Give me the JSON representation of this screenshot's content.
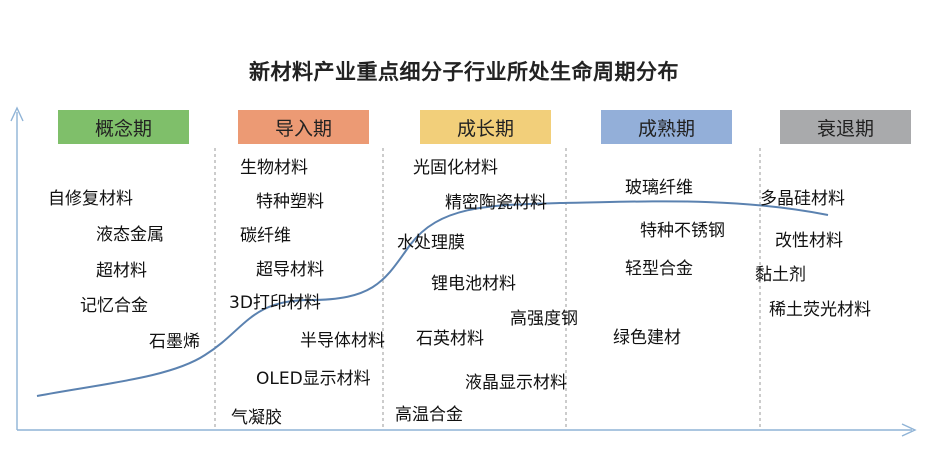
{
  "title": "新材料产业重点细分子行业所处生命周期分布",
  "phases": [
    {
      "label": "概念期",
      "color": "#7fbf6a"
    },
    {
      "label": "导入期",
      "color": "#ec9a74"
    },
    {
      "label": "成长期",
      "color": "#f2cf7a"
    },
    {
      "label": "成熟期",
      "color": "#93afd9"
    },
    {
      "label": "衰退期",
      "color": "#a9aaac"
    }
  ],
  "materials": {
    "concept": [
      "自修复材料",
      "液态金属",
      "超材料",
      "记忆合金",
      "石墨烯"
    ],
    "intro": [
      "生物材料",
      "特种塑料",
      "碳纤维",
      "超导材料",
      "3D打印材料",
      "半导体材料",
      "OLED显示材料",
      "气凝胶"
    ],
    "growth": [
      "光固化材料",
      "精密陶瓷材料",
      "水处理膜",
      "锂电池材料",
      "高强度钢",
      "石英材料",
      "液晶显示材料",
      "高温合金"
    ],
    "mature": [
      "玻璃纤维",
      "特种不锈钢",
      "轻型合金",
      "绿色建材"
    ],
    "decline": [
      "多晶硅材料",
      "改性材料",
      "黏土剂",
      "稀土荧光材料"
    ]
  },
  "colors": {
    "axis": "#8fb3d6",
    "curve": "#5b82b0",
    "divider": "#9a9a9a"
  }
}
